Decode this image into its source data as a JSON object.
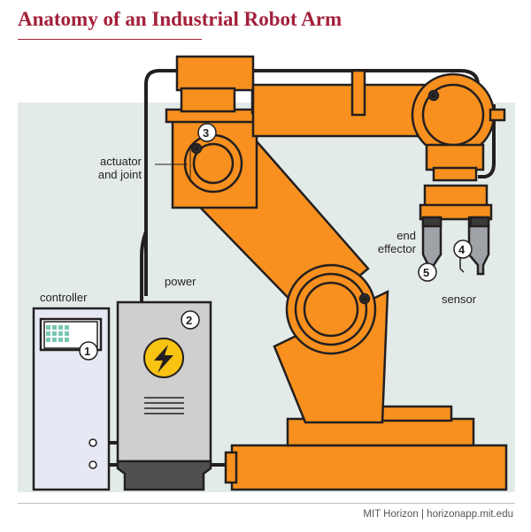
{
  "title": "Anatomy of an Industrial Robot Arm",
  "labels": {
    "actuator_line1": "actuator",
    "actuator_line2": "and joint",
    "end_effector_line1": "end",
    "end_effector_line2": "effector",
    "controller": "controller",
    "power": "power",
    "sensor": "sensor"
  },
  "callouts": [
    "1",
    "2",
    "3",
    "4",
    "5"
  ],
  "footer": "MIT Horizon | horizonapp.mit.edu",
  "colors": {
    "title": "#a3203a",
    "robot_orange": "#f7901e",
    "outline": "#231f20",
    "background_panel": "#e3ebe8",
    "controller_body": "#e6e9f4",
    "power_body": "#cfcfd0",
    "power_badge": "#f9c312"
  },
  "icons": [
    "lightning-bolt-icon"
  ]
}
